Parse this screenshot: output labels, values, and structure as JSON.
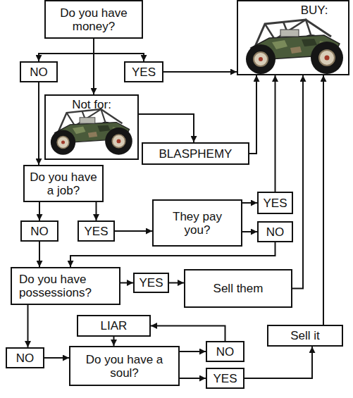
{
  "diagram": {
    "nodes": [
      {
        "text": [
          "Do you have money?"
        ]
      },
      {
        "text": [
          "BUY:"
        ]
      },
      {
        "text": [
          "NO"
        ]
      },
      {
        "text": [
          "YES"
        ]
      },
      {
        "text": [
          "Not for:"
        ]
      },
      {
        "text": [
          "BLASPHEMY"
        ]
      },
      {
        "text": [
          "Do you have a job?"
        ]
      },
      {
        "text": [
          "NO"
        ]
      },
      {
        "text": [
          "YES"
        ]
      },
      {
        "text": [
          "They pay you?"
        ]
      },
      {
        "text": [
          "YES"
        ]
      },
      {
        "text": [
          "NO"
        ]
      },
      {
        "text": [
          "Do you have possessions?"
        ]
      },
      {
        "text": [
          "YES"
        ]
      },
      {
        "text": [
          "Sell them"
        ]
      },
      {
        "text": [
          "LIAR"
        ]
      },
      {
        "text": [
          "NO"
        ]
      },
      {
        "text": [
          "Do you have a soul?"
        ]
      },
      {
        "text": [
          "NO"
        ]
      },
      {
        "text": [
          "YES"
        ]
      },
      {
        "text": [
          "Sell it"
        ]
      }
    ],
    "edges": [
      {
        "from": 0,
        "to": 2,
        "arrow": "to"
      },
      {
        "from": 0,
        "to": 3,
        "arrow": "to"
      },
      {
        "from": 0,
        "to": 4,
        "arrow": "to"
      },
      {
        "from": 3,
        "to": 1,
        "arrow": "to"
      },
      {
        "from": 2,
        "to": 6,
        "arrow": "to"
      },
      {
        "from": 4,
        "to": 5,
        "arrow": "to"
      },
      {
        "from": 5,
        "to": 1,
        "arrow": "to"
      },
      {
        "from": 6,
        "to": 7,
        "arrow": "to"
      },
      {
        "from": 6,
        "to": 8,
        "arrow": "to"
      },
      {
        "from": 8,
        "to": 9,
        "arrow": "to"
      },
      {
        "from": 9,
        "to": 10,
        "arrow": "to"
      },
      {
        "from": 9,
        "to": 11,
        "arrow": "to"
      },
      {
        "from": 10,
        "to": 1,
        "arrow": "to"
      },
      {
        "from": 11,
        "to": 12,
        "arrow": "to"
      },
      {
        "from": 7,
        "to": 12,
        "arrow": "to"
      },
      {
        "from": 12,
        "to": 13,
        "arrow": "to"
      },
      {
        "from": 13,
        "to": 14,
        "arrow": "to"
      },
      {
        "from": 14,
        "to": 1,
        "arrow": "to"
      },
      {
        "from": 12,
        "to": 16,
        "arrow": "to"
      },
      {
        "from": 16,
        "to": 17,
        "arrow": "to"
      },
      {
        "from": 17,
        "to": 18,
        "arrow": "to"
      },
      {
        "from": 17,
        "to": 19,
        "arrow": "to"
      },
      {
        "from": 18,
        "to": 15,
        "arrow": "to"
      },
      {
        "from": 15,
        "to": 17,
        "arrow": "to"
      },
      {
        "from": 19,
        "to": 20,
        "arrow": "to"
      },
      {
        "from": 20,
        "to": 1,
        "arrow": "to"
      }
    ]
  }
}
